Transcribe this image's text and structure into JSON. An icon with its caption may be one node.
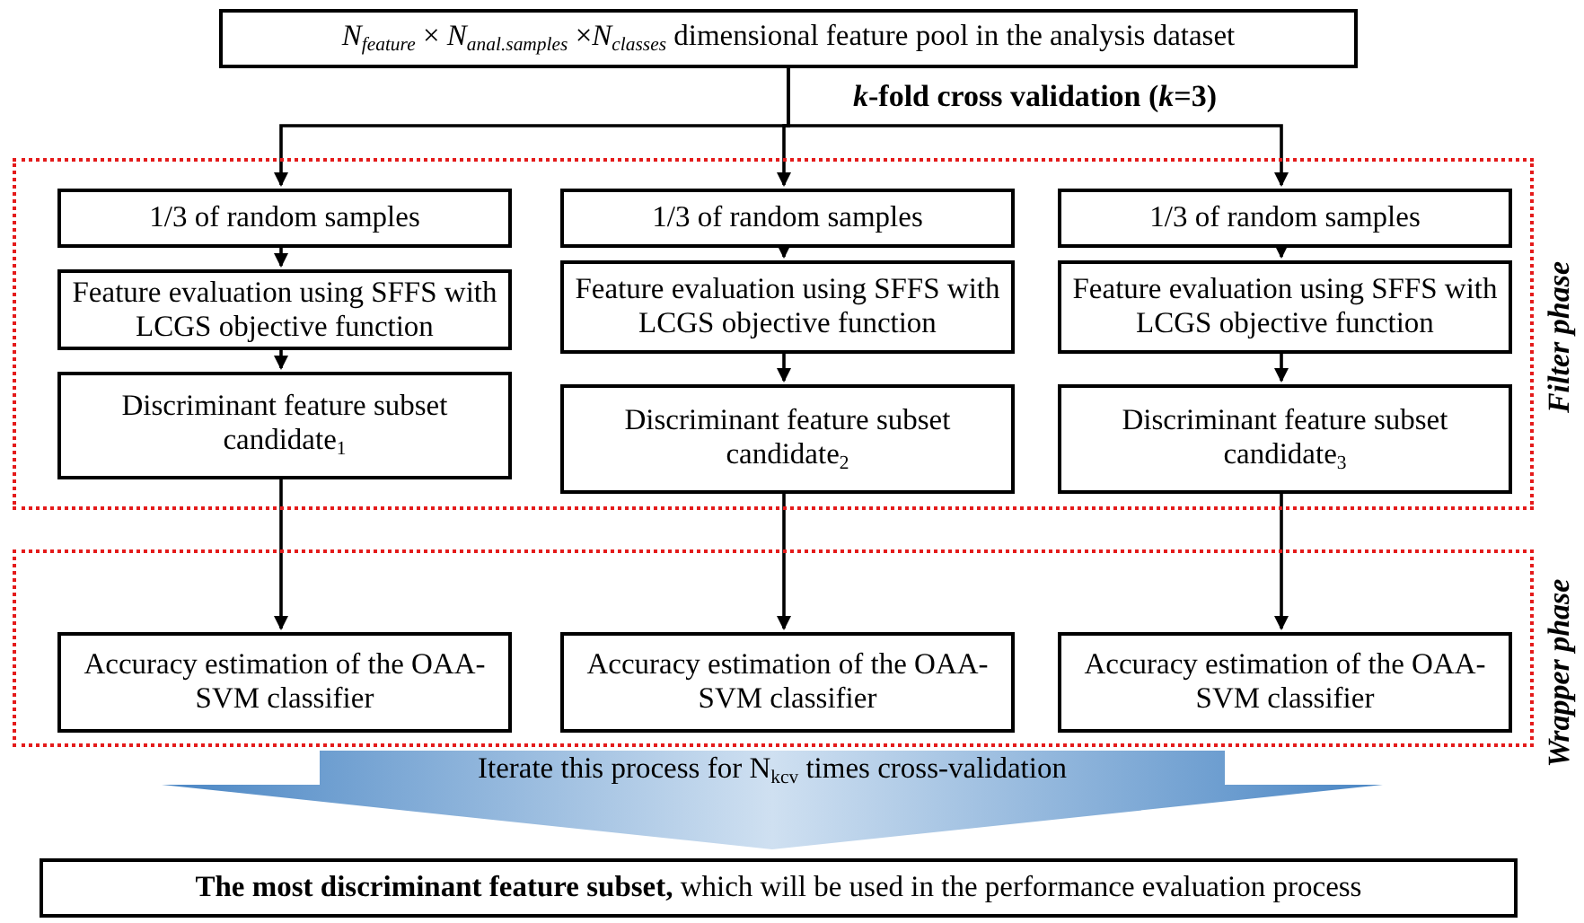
{
  "diagram": {
    "nodes": [
      {
        "text": [
          "*N*$_{feature}$ × *N*$_{anal.samples}$ ×*N*$_{classes}$ dimensional feature pool in the analysis dataset"
        ]
      },
      {
        "text": [
          "Filter phase"
        ]
      },
      {
        "text": [
          "1/3 of random samples"
        ],
        "in": 1
      },
      {
        "text": [
          "Feature evaluation using SFFS with LCGS objective function"
        ],
        "in": 1
      },
      {
        "text": [
          "Discriminant feature subset candidate$_{1}$"
        ],
        "in": 1
      },
      {
        "text": [
          "1/3 of random samples"
        ],
        "in": 1
      },
      {
        "text": [
          "Feature evaluation using SFFS with LCGS objective function"
        ],
        "in": 1
      },
      {
        "text": [
          "Discriminant feature subset candidate$_{2}$"
        ],
        "in": 1
      },
      {
        "text": [
          "1/3 of random samples"
        ],
        "in": 1
      },
      {
        "text": [
          "Feature evaluation using SFFS with LCGS objective function"
        ],
        "in": 1
      },
      {
        "text": [
          "Discriminant feature subset candidate$_{3}$"
        ],
        "in": 1
      },
      {
        "text": [
          "Wrapper phase"
        ]
      },
      {
        "text": [
          "Accuracy estimation of the OAA-SVM classifier"
        ],
        "in": 11
      },
      {
        "text": [
          "Accuracy estimation of the OAA-SVM classifier"
        ],
        "in": 11
      },
      {
        "text": [
          "Accuracy estimation of the OAA-SVM classifier"
        ],
        "in": 11
      },
      {
        "text": [
          "**The most discriminant feature subset,** which will be used in the performance evaluation process"
        ]
      }
    ],
    "edges": [
      {
        "from": 0,
        "to": 2,
        "arrow": "to"
      },
      {
        "from": 0,
        "to": 5,
        "arrow": "to"
      },
      {
        "from": 0,
        "to": 8,
        "arrow": "to"
      },
      {
        "from": 2,
        "to": 3,
        "arrow": "to"
      },
      {
        "from": 3,
        "to": 4,
        "arrow": "to"
      },
      {
        "from": 4,
        "to": 12,
        "arrow": "to"
      },
      {
        "from": 5,
        "to": 6,
        "arrow": "to"
      },
      {
        "from": 6,
        "to": 7,
        "arrow": "to"
      },
      {
        "from": 7,
        "to": 13,
        "arrow": "to"
      },
      {
        "from": 8,
        "to": 9,
        "arrow": "to"
      },
      {
        "from": 9,
        "to": 10,
        "arrow": "to"
      },
      {
        "from": 10,
        "to": 14,
        "arrow": "to"
      },
      {
        "from": 11,
        "to": 15,
        "arrow": "to",
        "label": "Iterate this process for N$_{kcv}$ times cross-validation"
      }
    ],
    "labels": [
      "*k*-fold cross validation (*k*=3)"
    ]
  }
}
